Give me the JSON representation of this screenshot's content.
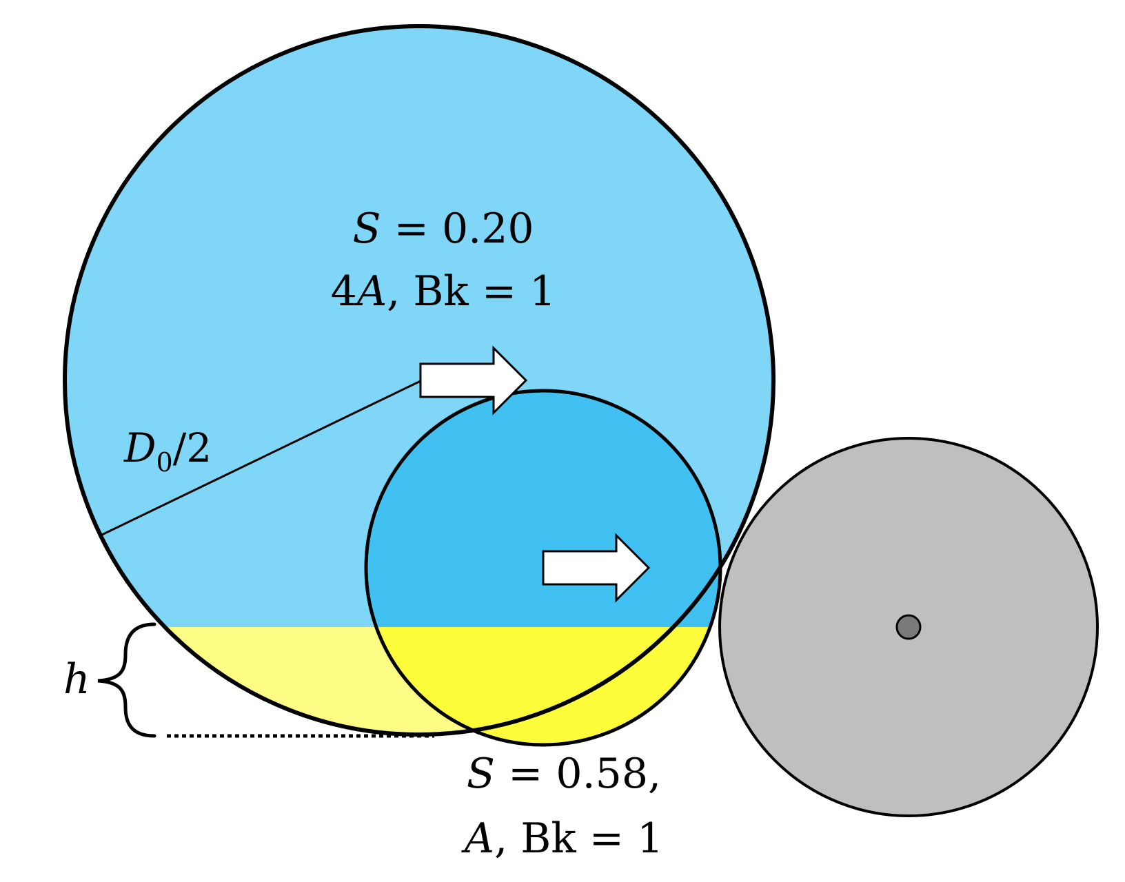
{
  "labels": {
    "large_drop": {
      "line1_var": "S",
      "line1_rest": " = 0.20",
      "line2_num": "4",
      "line2_var": "A",
      "line2_rest": ", Bk = 1"
    },
    "small_drop": {
      "line1_var": "S",
      "line1_rest": " = 0.58,",
      "line2_var": "A",
      "line2_rest": ", Bk = 1"
    },
    "radius": {
      "var": "D",
      "sub": "0",
      "rest": "/2"
    },
    "height": "h"
  },
  "colors": {
    "large_drop_fill": "#7fd6f6",
    "small_drop_fill": "#40c1f1",
    "film_light": "#fdfd85",
    "film_bright": "#fdfd3c",
    "collector_fill": "#bfbfbf",
    "collector_center": "#7a7a7a",
    "outline": "#000000",
    "arrow_fill": "#ffffff"
  }
}
